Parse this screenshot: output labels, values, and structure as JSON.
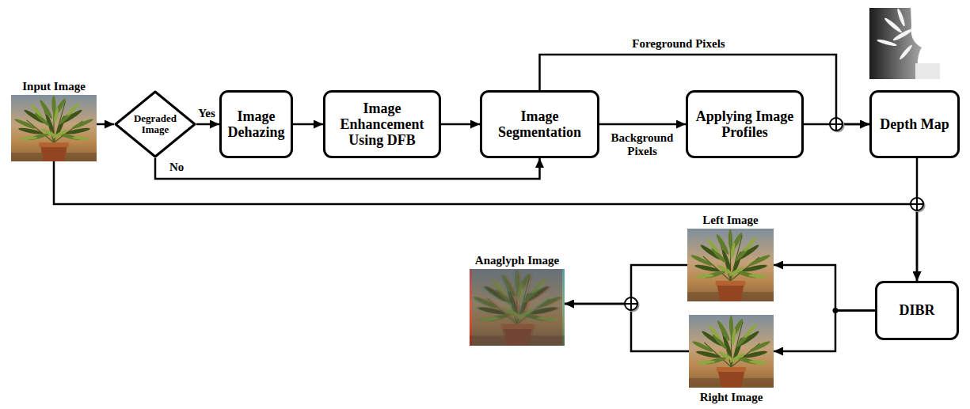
{
  "diagram": {
    "nodes": [
      {
        "text": [
          "Input Image"
        ]
      },
      {
        "text": [
          "Degraded Image"
        ]
      },
      {
        "text": [
          "Image Dehazing"
        ]
      },
      {
        "text": [
          "Image Enhancement Using DFB"
        ]
      },
      {
        "text": [
          "Image Segmentation"
        ]
      },
      {
        "text": [
          "Applying Image Profiles"
        ]
      },
      {
        "text": [
          "Depth Map"
        ]
      },
      {
        "text": [
          "DIBR"
        ]
      },
      {
        "text": [
          "Left Image"
        ]
      },
      {
        "text": [
          "Right Image"
        ]
      },
      {
        "text": [
          "Anaglyph Image"
        ]
      }
    ],
    "edges": [
      {
        "from": 0,
        "to": 1,
        "arrow": "to"
      },
      {
        "from": 1,
        "to": 2,
        "label": "Yes",
        "arrow": "to"
      },
      {
        "from": 2,
        "to": 3,
        "arrow": "to"
      },
      {
        "from": 3,
        "to": 4,
        "arrow": "to"
      },
      {
        "from": 1,
        "to": 4,
        "label": "No",
        "arrow": "to"
      },
      {
        "from": 4,
        "to": 5,
        "label": "Background Pixels",
        "arrow": "to"
      },
      {
        "from": 4,
        "to": 6,
        "label": "Foreground Pixels",
        "arrow": "to"
      },
      {
        "from": 5,
        "to": 6,
        "arrow": "to"
      },
      {
        "from": 6,
        "to": 7,
        "arrow": "to"
      },
      {
        "from": 0,
        "to": 7,
        "arrow": "to"
      },
      {
        "from": 7,
        "to": 8,
        "arrow": "to"
      },
      {
        "from": 7,
        "to": 9,
        "arrow": "to"
      },
      {
        "from": 8,
        "to": 10,
        "arrow": "to"
      },
      {
        "from": 9,
        "to": 10,
        "arrow": "to"
      }
    ]
  }
}
